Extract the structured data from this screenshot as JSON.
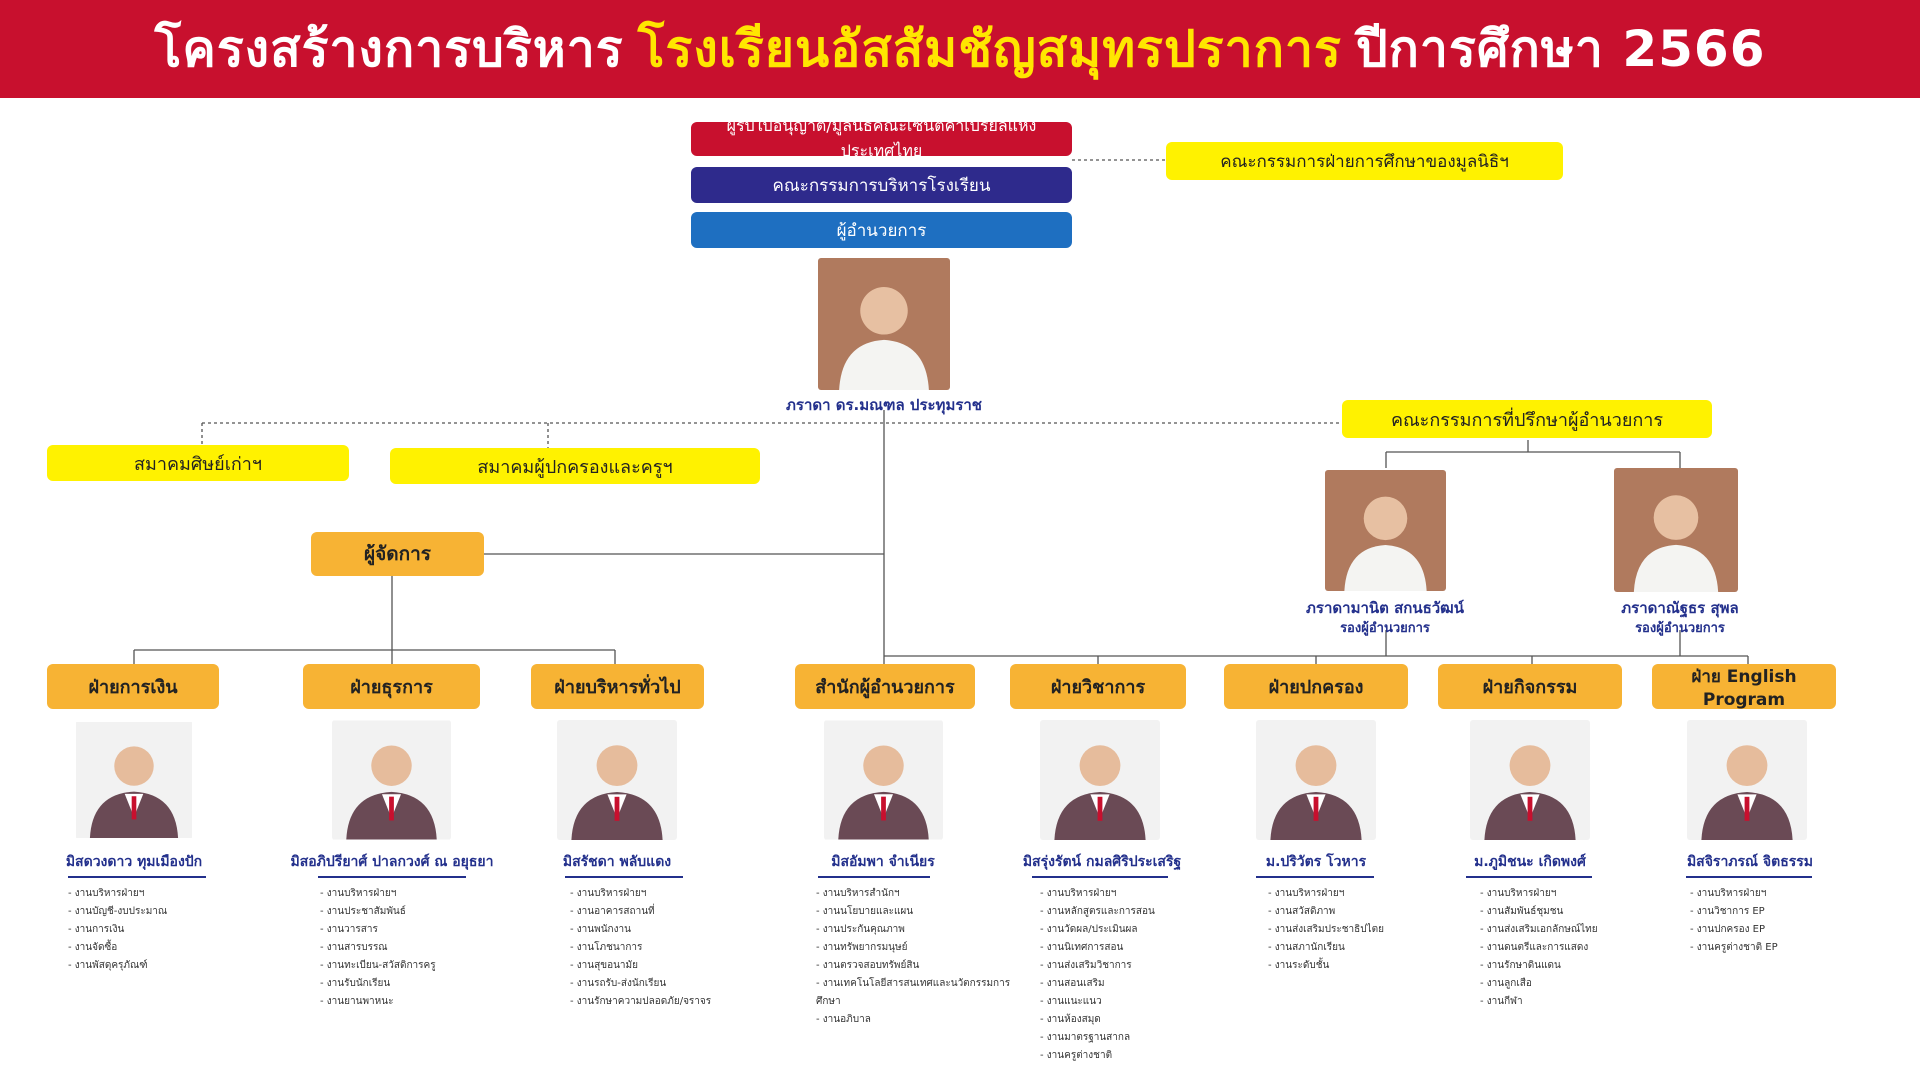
{
  "title": {
    "part1": "โครงสร้างการบริหาร",
    "highlight": "โรงเรียนอัสสัมชัญสมุทรปราการ",
    "part2": "ปีการศึกษา 2566"
  },
  "colors": {
    "banner": "#c8102e",
    "highlight": "#ffe600",
    "navy": "#2e2a8c",
    "blue": "#1e6fc1",
    "yellow": "#fff200",
    "orange": "#f7b334",
    "name_text": "#23308c"
  },
  "top": {
    "licensee": "ผู้รับใบอนุญาต/มูลนิธิคณะเซนต์คาเบรียลแห่งประเทศไทย",
    "board": "คณะกรรมการบริหารโรงเรียน",
    "director_title": "ผู้อำนวยการ",
    "director_name": "ภราดา ดร.มณฑล ประทุมราช",
    "foundation_committee": "คณะกรรมการฝ่ายการศึกษาของมูลนิธิฯ"
  },
  "side": {
    "alumni": "สมาคมศิษย์เก่าฯ",
    "parents": "สมาคมผู้ปกครองและครูฯ",
    "advisory": "คณะกรรมการที่ปรึกษาผู้อำนวยการ",
    "manager": "ผู้จัดการ"
  },
  "deputies": [
    {
      "name": "ภราดามานิต สกนธวัฒน์",
      "role": "รองผู้อำนวยการ"
    },
    {
      "name": "ภราดาณัฐธร สุพล",
      "role": "รองผู้อำนวยการ"
    }
  ],
  "departments": [
    {
      "label": "ฝ่ายการเงิน",
      "head": "มิสดวงดาว ทุมเมืองปัก",
      "tasks": [
        "งานบริหารฝ่ายฯ",
        "งานบัญชี-งบประมาณ",
        "งานการเงิน",
        "งานจัดซื้อ",
        "งานพัสดุครุภัณฑ์"
      ]
    },
    {
      "label": "ฝ่ายธุรการ",
      "head": "มิสอภิปรียาศ์ ปาลกวงศ์ ณ อยุธยา",
      "tasks": [
        "งานบริหารฝ่ายฯ",
        "งานประชาสัมพันธ์",
        "งานวารสาร",
        "งานสารบรรณ",
        "งานทะเบียน-สวัสดิการครู",
        "งานรับนักเรียน",
        "งานยานพาหนะ"
      ]
    },
    {
      "label": "ฝ่ายบริหารทั่วไป",
      "head": "มิสรัชดา พลับแดง",
      "tasks": [
        "งานบริหารฝ่ายฯ",
        "งานอาคารสถานที่",
        "งานพนักงาน",
        "งานโภชนาการ",
        "งานสุขอนามัย",
        "งานรถรับ-ส่งนักเรียน",
        "งานรักษาความปลอดภัย/จราจร"
      ]
    },
    {
      "label": "สำนักผู้อำนวยการ",
      "head": "มิสอัมพา จำเนียร",
      "tasks": [
        "งานบริหารสำนักฯ",
        "งานนโยบายและแผน",
        "งานประกันคุณภาพ",
        "งานทรัพยากรมนุษย์",
        "งานตรวจสอบทรัพย์สิน",
        "งานเทคโนโลยีสารสนเทศและนวัตกรรมการศึกษา",
        "งานอภิบาล"
      ]
    },
    {
      "label": "ฝ่ายวิชาการ",
      "head": "มิสรุ่งรัตน์ กมลศิริประเสริฐ",
      "tasks": [
        "งานบริหารฝ่ายฯ",
        "งานหลักสูตรและการสอน",
        "งานวัดผล/ประเมินผล",
        "งานนิเทศการสอน",
        "งานส่งเสริมวิชาการ",
        "งานสอนเสริม",
        "งานแนะแนว",
        "งานห้องสมุด",
        "งานมาตรฐานสากล",
        "งานครูต่างชาติ"
      ]
    },
    {
      "label": "ฝ่ายปกครอง",
      "head": "ม.ปริวัตร โวหาร",
      "tasks": [
        "งานบริหารฝ่ายฯ",
        "งานสวัสดิภาพ",
        "งานส่งเสริมประชาธิปไตย",
        "งานสภานักเรียน",
        "งานระดับชั้น"
      ]
    },
    {
      "label": "ฝ่ายกิจกรรม",
      "head": "ม.ภูมิชนะ เกิดพงศ์",
      "tasks": [
        "งานบริหารฝ่ายฯ",
        "งานสัมพันธ์ชุมชน",
        "งานส่งเสริมเอกลักษณ์ไทย",
        "งานดนตรีและการแสดง",
        "งานรักษาดินแดน",
        "งานลูกเสือ",
        "งานกีฬา"
      ]
    },
    {
      "label": "ฝ่าย English Program",
      "head": "มิสจิราภรณ์ จิตธรรม",
      "tasks": [
        "งานบริหารฝ่ายฯ",
        "งานวิชาการ EP",
        "งานปกครอง EP",
        "งานครูต่างชาติ EP"
      ]
    }
  ]
}
